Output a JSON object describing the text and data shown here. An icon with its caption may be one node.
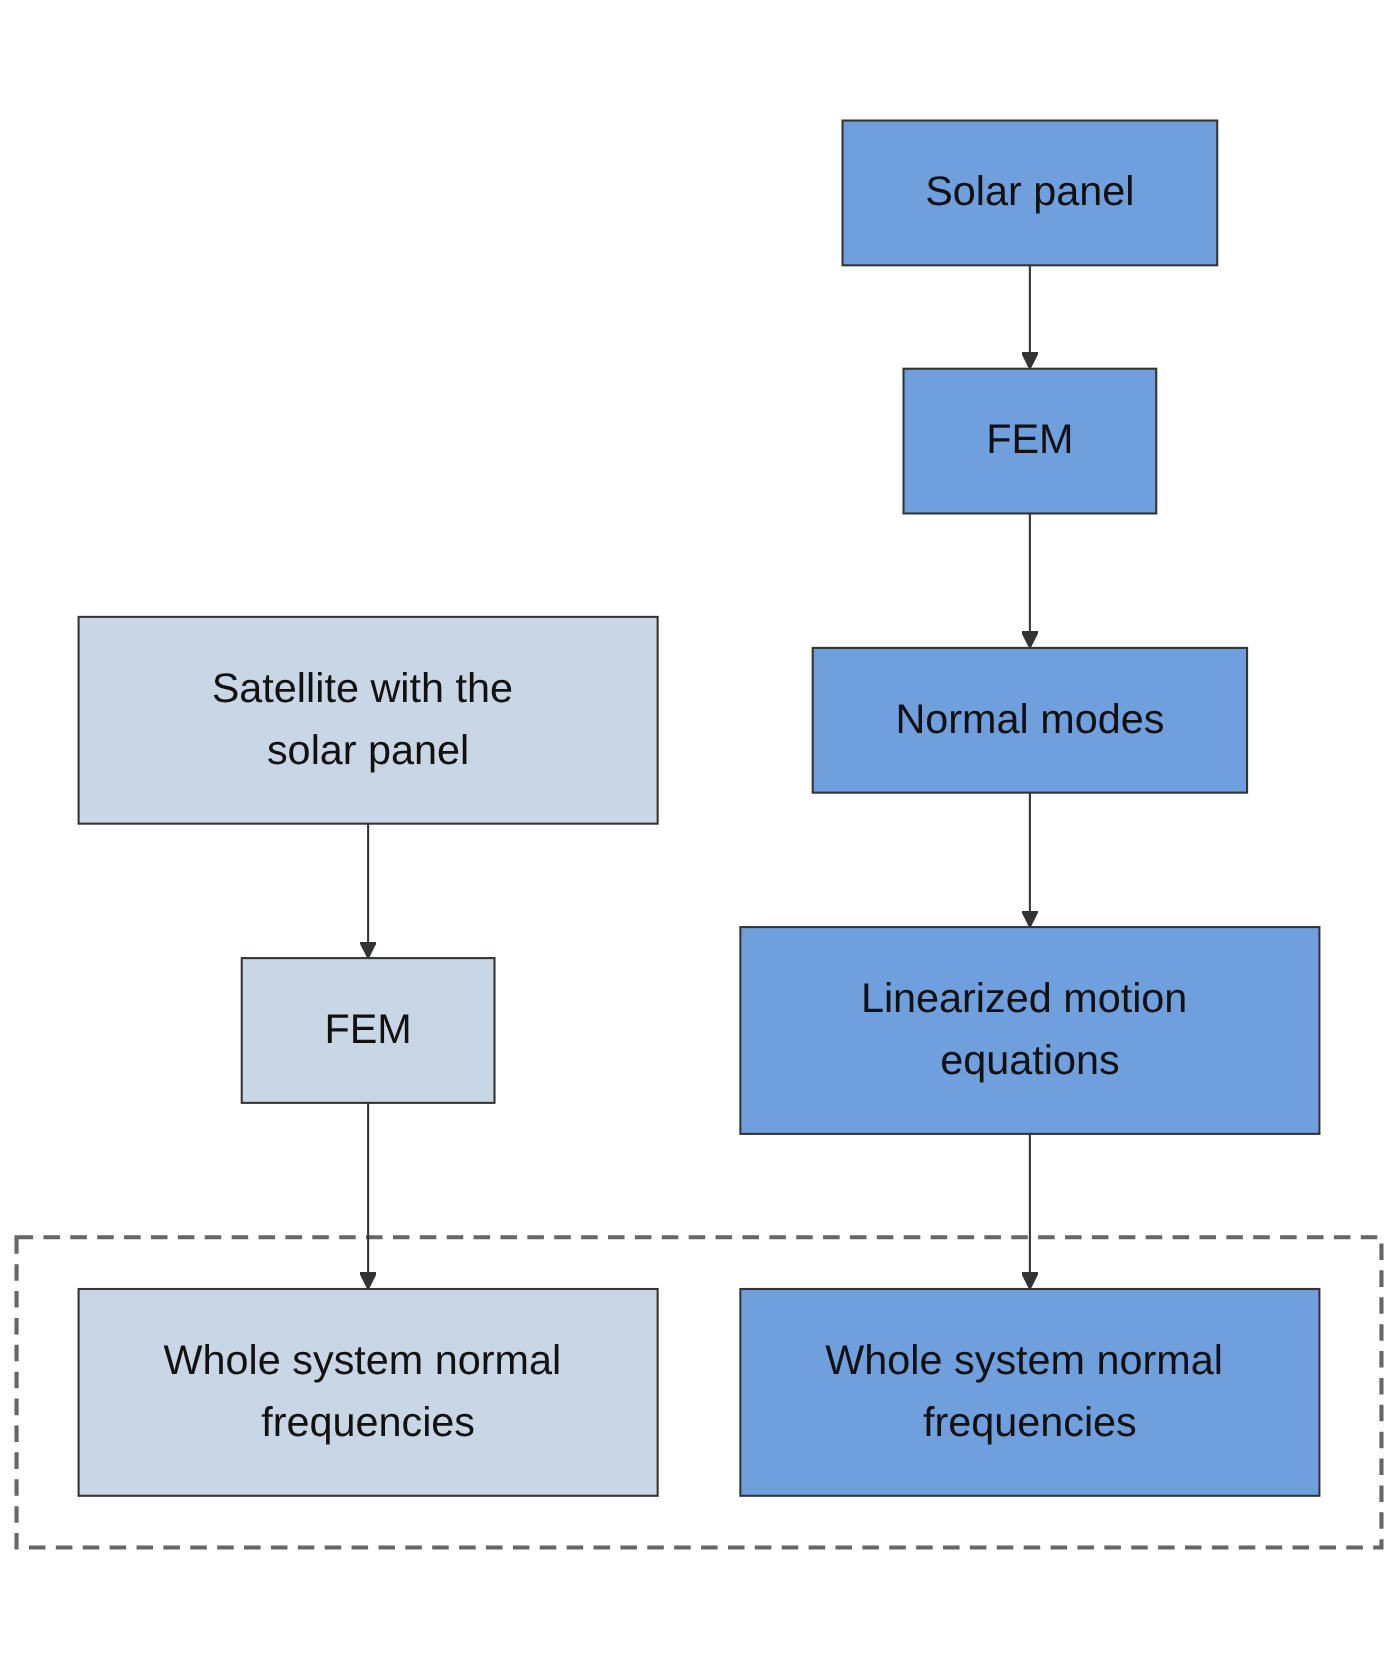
{
  "diagram": {
    "nodes": [
      {
        "text": [
          "Solar panel"
        ]
      },
      {
        "text": [
          "Satellite with the solar panel"
        ]
      },
      {
        "text": [
          "FEM"
        ]
      },
      {
        "text": [
          "FEM"
        ]
      },
      {
        "text": [
          "Normal modes"
        ]
      },
      {
        "text": [],
        "shape": "box"
      },
      {
        "text": [
          "Whole system normal frequencies"
        ],
        "in": 5
      },
      {
        "text": [
          "Linearized motion equations"
        ]
      },
      {
        "text": [
          "Whole system normal frequencies"
        ],
        "in": 5
      }
    ],
    "edges": [
      {
        "from": 0,
        "to": 2,
        "arrow": "to"
      },
      {
        "from": 1,
        "to": 3,
        "arrow": "to"
      },
      {
        "from": 2,
        "to": 4,
        "arrow": "to"
      },
      {
        "from": 3,
        "to": 6,
        "arrow": "to"
      },
      {
        "from": 4,
        "to": 7,
        "arrow": "to"
      },
      {
        "from": 7,
        "to": 8,
        "arrow": "to"
      }
    ]
  }
}
